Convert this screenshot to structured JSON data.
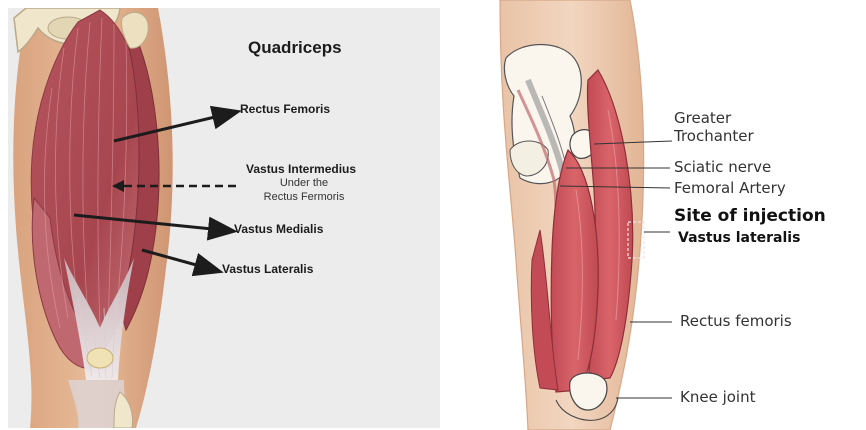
{
  "left": {
    "title": "Quadriceps",
    "labels": {
      "rectus_femoris": "Rectus Femoris",
      "vastus_intermedius": "Vastus Intermedius",
      "vastus_intermedius_note_1": "Under the",
      "vastus_intermedius_note_2": "Rectus Fermoris",
      "vastus_medialis": "Vastus Medialis",
      "vastus_lateralis": "Vastus Lateralis"
    }
  },
  "right": {
    "labels": {
      "greater_trochanter_1": "Greater",
      "greater_trochanter_2": "Trochanter",
      "sciatic_nerve": "Sciatic nerve",
      "femoral_artery": "Femoral Artery",
      "site_of_injection": "Site of injection",
      "vastus_lateralis": "Vastus lateralis",
      "rectus_femoris": "Rectus femoris",
      "knee_joint": "Knee joint"
    }
  },
  "colors": {
    "muscle": "#b4505a",
    "muscle_light": "#d88a8c",
    "skin": "#e4b08e",
    "bone": "#f0e8cf",
    "tendon": "#e9e4e6",
    "leader": "#2a2a2a"
  }
}
